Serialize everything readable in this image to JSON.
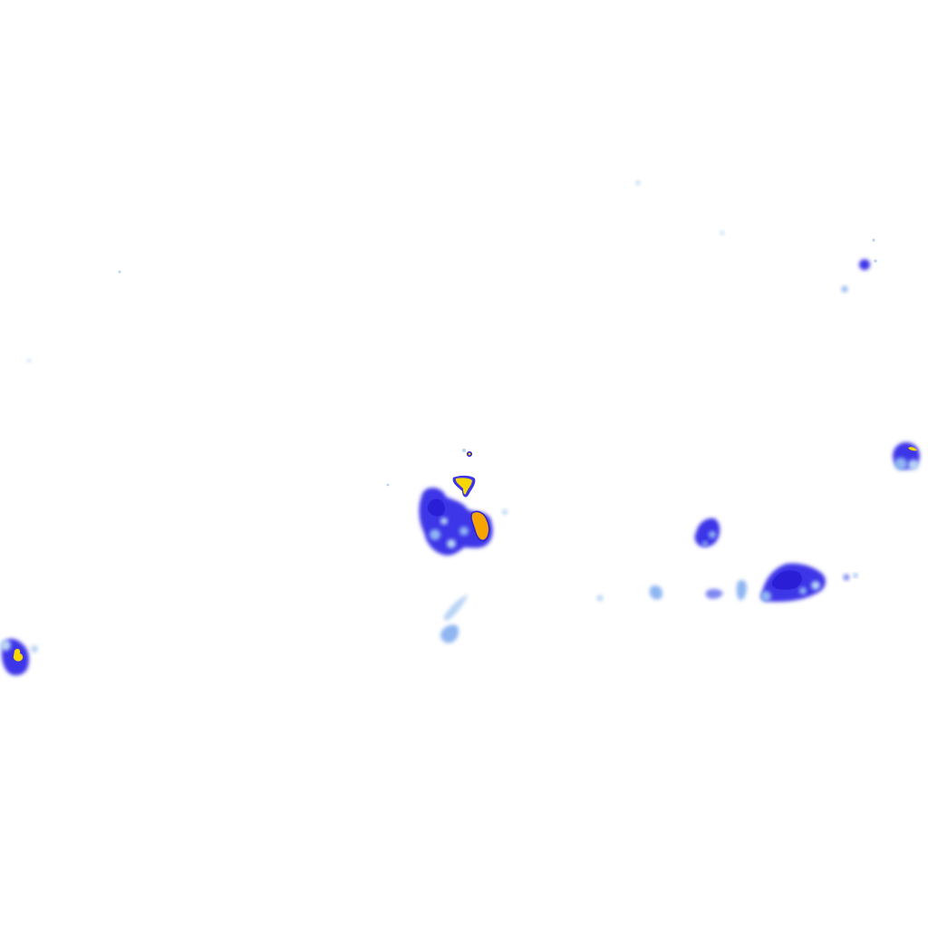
{
  "map": {
    "type": "precipitation-radar-overlay",
    "background_color": "#ffffff",
    "intensity_palette": {
      "very_light": "#b8d4f5",
      "light": "#8fb6f2",
      "moderate": "#7d86f0",
      "heavy": "#3d35e8",
      "very_heavy": "#2a1fd6",
      "extreme_yellow": "#f6d800",
      "extreme_orange": "#f5a400"
    },
    "cells": [
      {
        "name": "central-cell",
        "peak_intensity": "extreme_orange"
      },
      {
        "name": "central-north-cell",
        "peak_intensity": "extreme_yellow"
      },
      {
        "name": "west-edge-cell",
        "peak_intensity": "extreme_yellow"
      },
      {
        "name": "east-edge-cell",
        "peak_intensity": "extreme_yellow"
      },
      {
        "name": "east-band-cell",
        "peak_intensity": "very_heavy"
      },
      {
        "name": "east-mid-cell",
        "peak_intensity": "heavy"
      },
      {
        "name": "south-central-cell",
        "peak_intensity": "light"
      },
      {
        "name": "northeast-cells",
        "peak_intensity": "heavy"
      }
    ]
  }
}
